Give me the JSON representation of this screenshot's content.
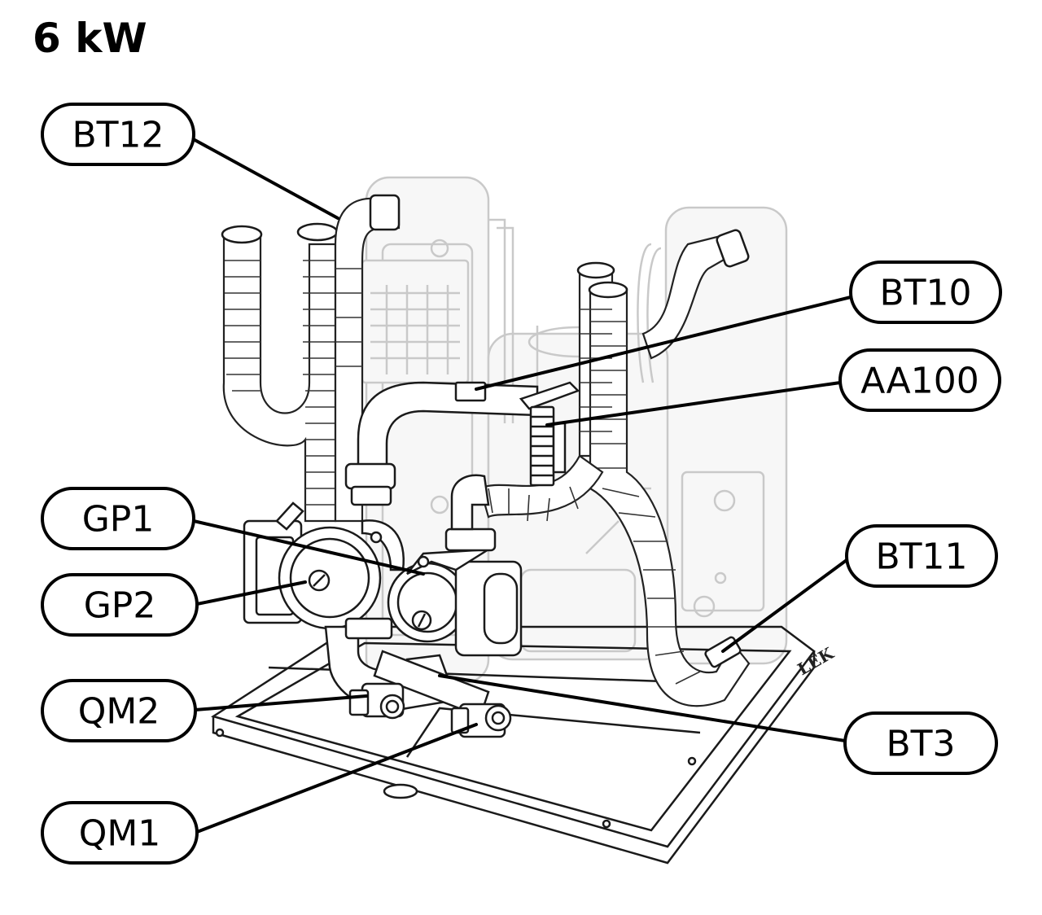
{
  "title": "6 kW",
  "labels": {
    "bt12": "BT12",
    "bt10": "BT10",
    "aa100": "AA100",
    "gp1": "GP1",
    "gp2": "GP2",
    "bt11": "BT11",
    "qm2": "QM2",
    "bt3": "BT3",
    "qm1": "QM1"
  },
  "tray_mark": "LEK"
}
